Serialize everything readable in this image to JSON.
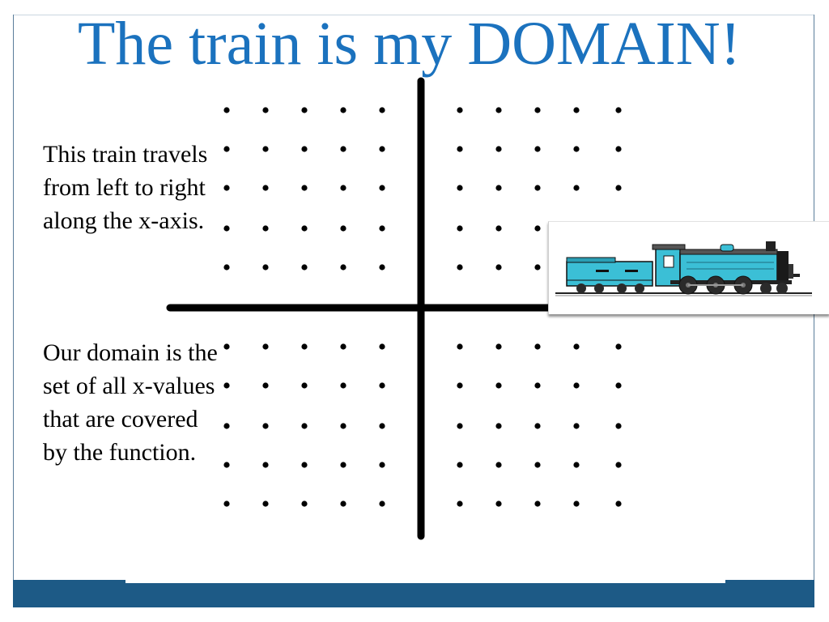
{
  "slide": {
    "title": "The train is my DOMAIN!",
    "paragraph_1": "This train travels from left to right along the x-axis.",
    "paragraph_2": "Our domain is the set of all x-values that are covered by the function."
  },
  "train_image": {
    "icon": "steam-locomotive-icon",
    "body_color": "#3bbfd6",
    "dark_color": "#1a1a1a"
  },
  "colors": {
    "title": "#1b72be",
    "footer_bar": "#1d5a86",
    "frame": "#5a7d9a"
  }
}
